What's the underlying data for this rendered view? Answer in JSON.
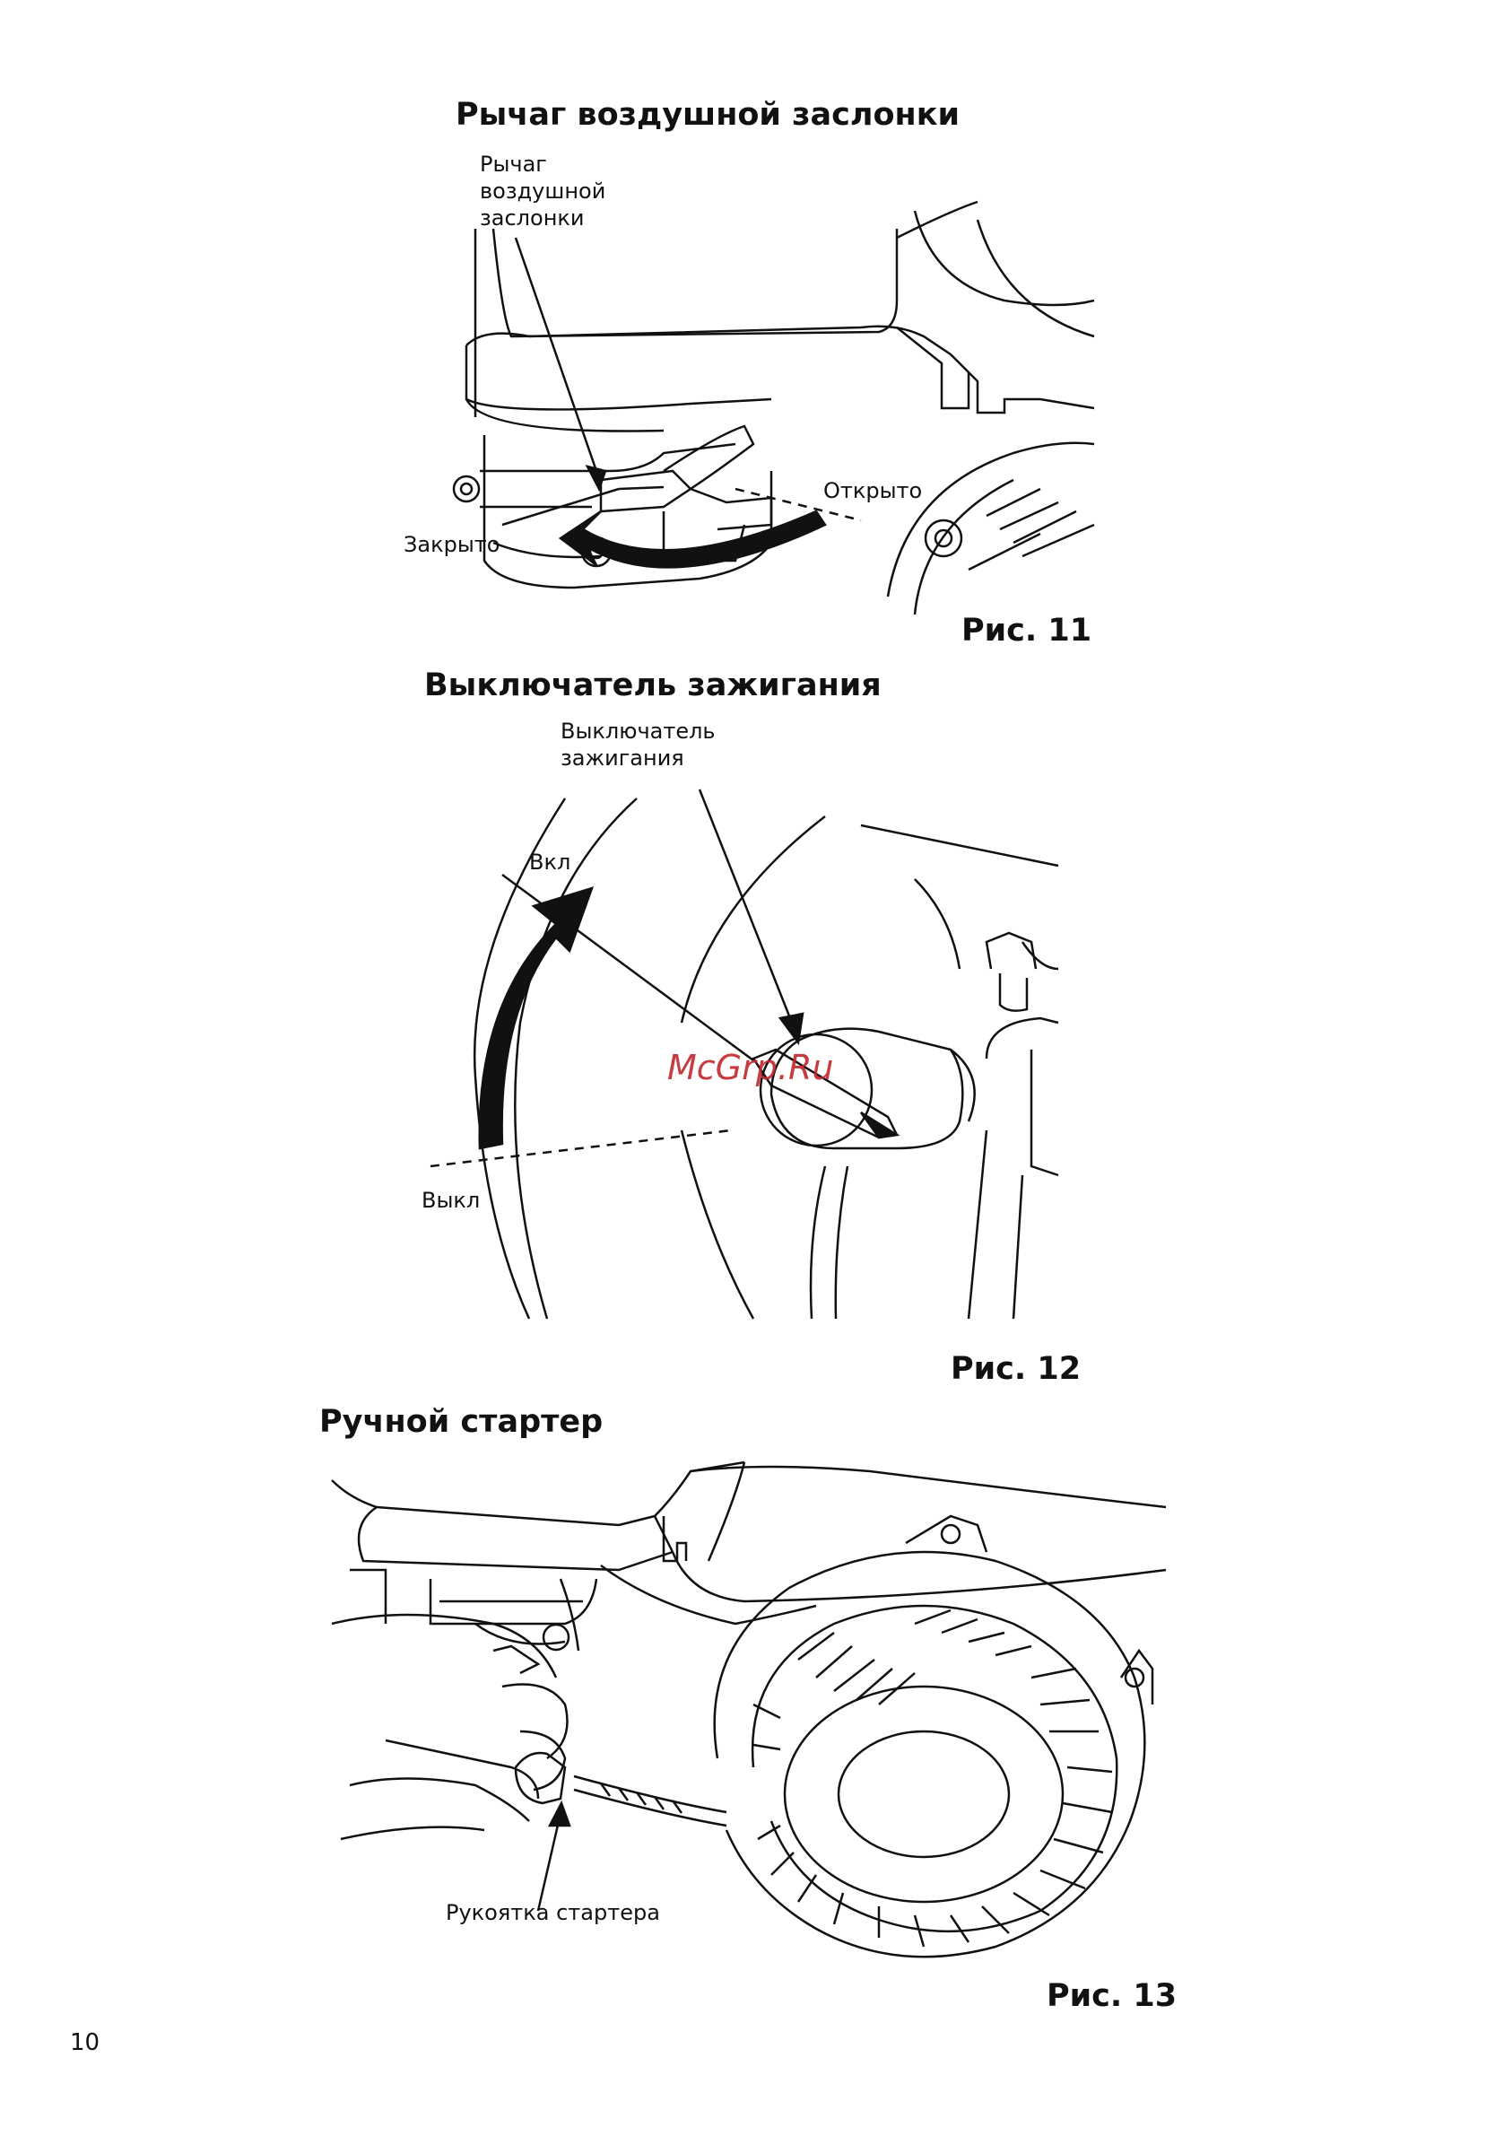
{
  "sections": [
    {
      "title": "Рычаг воздушной заслонки",
      "labels": {
        "lever": [
          "Рычаг",
          "воздушной",
          "заслонки"
        ],
        "open": "Открыто",
        "closed": "Закрыто"
      },
      "figure": "Рис. 11"
    },
    {
      "title": "Выключатель зажигания",
      "labels": {
        "switch": [
          "Выключатель",
          "зажигания"
        ],
        "on": "Вкл",
        "off": "Выкл"
      },
      "figure": "Рис. 12"
    },
    {
      "title": "Ручной стартер",
      "labels": {
        "handle": "Рукоятка стартера"
      },
      "figure": "Рис. 13"
    }
  ],
  "watermark": "McGrp.Ru",
  "page_number": "10"
}
